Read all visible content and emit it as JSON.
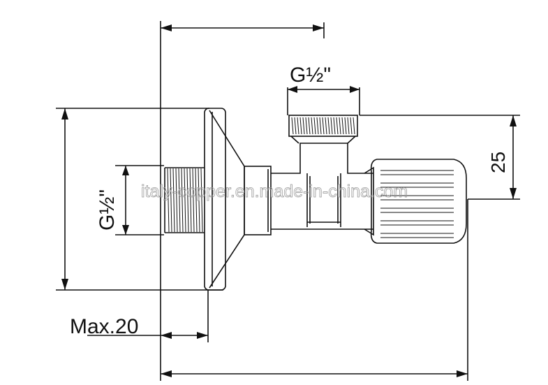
{
  "drawing": {
    "labels": {
      "top_thread": "G½\"",
      "left_thread": "G½\"",
      "height_dim": "25",
      "max_dim": "Max.20"
    },
    "watermark": "italy-copper.en.made-in-china.com",
    "colors": {
      "line": "#111111",
      "watermark": "#9a9a9a",
      "background": "#ffffff"
    }
  }
}
